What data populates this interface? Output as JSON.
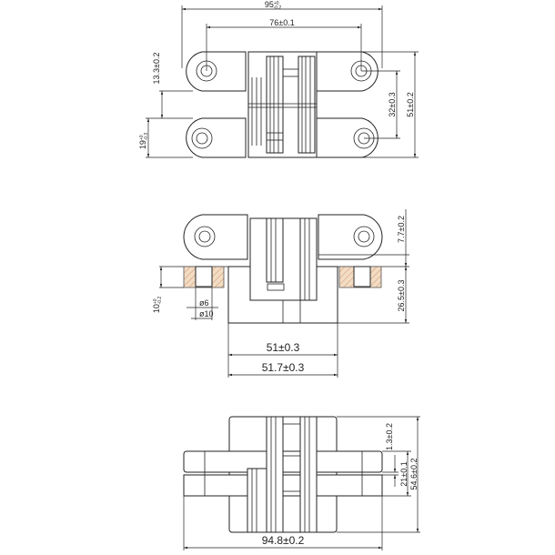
{
  "views": {
    "top": {
      "dims": {
        "overall_length": "95",
        "overall_length_tol_upper": "+0",
        "overall_length_tol_lower": "-0.2",
        "hole_spacing": "76±0.1",
        "leaf_height": "13.3±0.2",
        "leaf_width": "19",
        "leaf_width_tol_upper": "+0",
        "leaf_width_tol_lower": "-0.3",
        "hole_vertical_spacing": "32±0.3",
        "overall_height": "51±0.2"
      }
    },
    "side": {
      "dims": {
        "leaf_thickness": "7.7±0.2",
        "body_depth": "26.5±0.3",
        "counterbore_depth": "10",
        "counterbore_depth_tol_upper": "+0",
        "counterbore_depth_tol_lower": "-0.2",
        "hole_small_dia": "ø6",
        "hole_large_dia": "ø10",
        "body_width": "51±0.3",
        "mortise_width": "51.7±0.3"
      },
      "hatch_color": "#d9b48f"
    },
    "front": {
      "dims": {
        "gap": "1.3±0.2",
        "leaf_spacing": "21±0.1",
        "body_height": "54.6±0.2",
        "overall_length": "94.8±0.2"
      }
    }
  }
}
